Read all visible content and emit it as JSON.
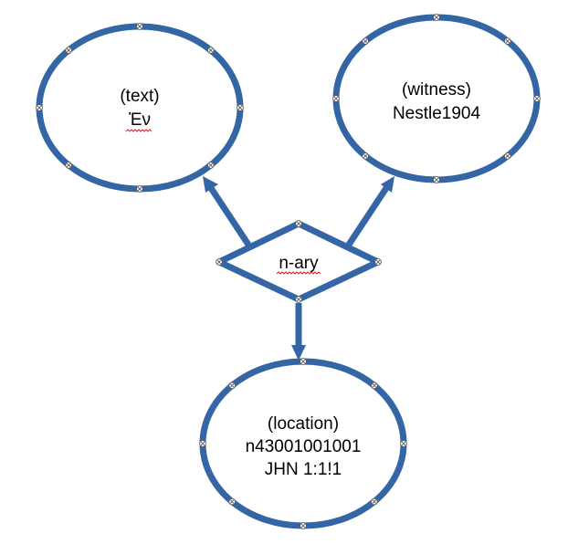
{
  "nodes": {
    "text": {
      "type_label": "(text)",
      "value": "Ἐν"
    },
    "witness": {
      "type_label": "(witness)",
      "value": "Nestle1904"
    },
    "relation": {
      "label": "n-ary"
    },
    "location": {
      "type_label": "(location)",
      "id": "n43001001001",
      "reference": "JHN 1:1!1"
    }
  },
  "colors": {
    "shape_outline": "#3465a4",
    "spellcheck_underline": "#e02020"
  }
}
